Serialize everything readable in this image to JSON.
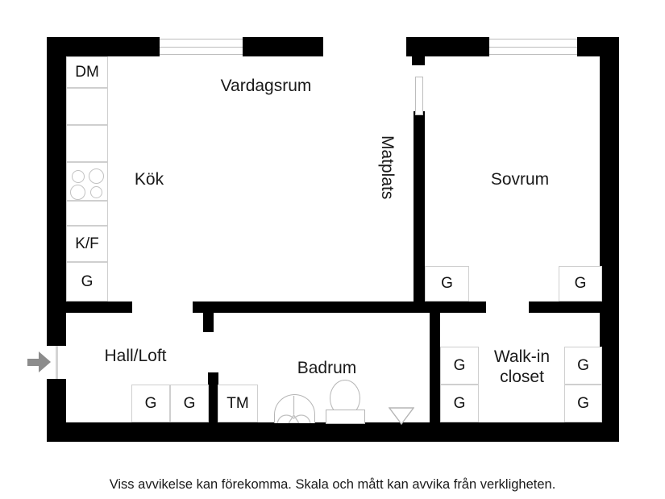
{
  "document": {
    "type": "floor-plan",
    "caption": "Viss avvikelse kan förekomma. Skala och mått kan avvika från verkligheten.",
    "background_color": "#ffffff",
    "wall_color": "#000000",
    "fixture_outline_color": "#b5b5b5",
    "arrow_color": "#8c8c8c"
  },
  "rooms": {
    "kitchen": "Kök",
    "living_room": "Vardagsrum",
    "dining": "Matplats",
    "bedroom": "Sovrum",
    "hall": "Hall/Loft",
    "bathroom": "Badrum",
    "walkin_closet_line1": "Walk-in",
    "walkin_closet_line2": "closet"
  },
  "kitchen_units": [
    {
      "label": "DM",
      "type": "dishwasher"
    },
    {
      "label": "",
      "type": "counter"
    },
    {
      "label": "",
      "type": "counter"
    },
    {
      "label": "",
      "type": "stove"
    },
    {
      "label": "",
      "type": "counter"
    },
    {
      "label": "K/F",
      "type": "fridge-freezer"
    },
    {
      "label": "G",
      "type": "wardrobe"
    }
  ],
  "closets": {
    "dining_side": "G",
    "bedroom_side": "G",
    "hall_left": "G",
    "hall_right": "G",
    "laundry": "TM",
    "walkin_left_top": "G",
    "walkin_left_bottom": "G",
    "walkin_right_top": "G",
    "walkin_right_bottom": "G"
  },
  "fixtures": {
    "shower": "shower-symbol",
    "toilet": "toilet-symbol",
    "floor_drain": "floor-drain-symbol",
    "stove_burners": "stove-burners-symbol",
    "entrance_arrow": "entrance-arrow-icon"
  },
  "openings": {
    "top_window_left": "window",
    "top_window_right": "window",
    "dining_door": "door-opening",
    "entrance_door": "entrance-door"
  }
}
